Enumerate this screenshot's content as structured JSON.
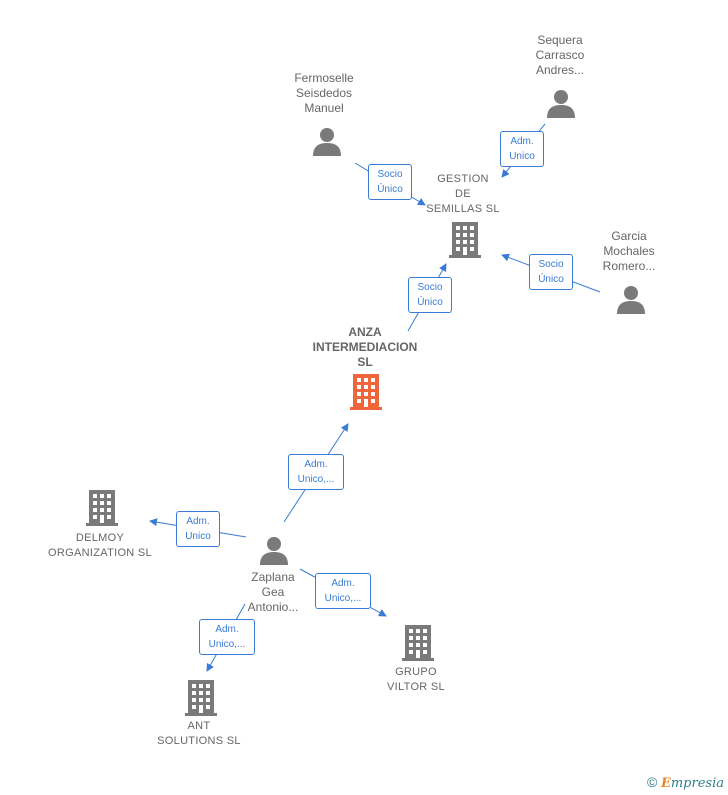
{
  "nodes": {
    "sequera": {
      "label": "Sequera\nCarrasco\nAndres..."
    },
    "fermoselle": {
      "label": "Fermoselle\nSeisdedos\nManuel"
    },
    "gestion": {
      "label": "GESTION\nDE\nSEMILLAS SL"
    },
    "garcia": {
      "label": "Garcia\nMochales\nRomero..."
    },
    "anza": {
      "label": "ANZA\nINTERMEDIACION\nSL"
    },
    "delmoy": {
      "label": "DELMOY\nORGANIZATION SL"
    },
    "zaplana": {
      "label": "Zaplana\nGea\nAntonio..."
    },
    "grupo": {
      "label": "GRUPO\nVILTOR SL"
    },
    "ant": {
      "label": "ANT\nSOLUTIONS SL"
    }
  },
  "edges": {
    "sequera_gestion": {
      "label": "Adm.\nUnico"
    },
    "fermoselle_gestion": {
      "label": "Socio\nÚnico"
    },
    "garcia_gestion": {
      "label": "Socio\nÚnico"
    },
    "anza_gestion": {
      "label": "Socio\nÚnico"
    },
    "zaplana_anza": {
      "label": "Adm.\nUnico,..."
    },
    "zaplana_delmoy": {
      "label": "Adm.\nUnico"
    },
    "zaplana_grupo": {
      "label": "Adm.\nUnico,..."
    },
    "zaplana_ant": {
      "label": "Adm.\nUnico,..."
    }
  },
  "footer": {
    "copyright": "©",
    "brand_first": "E",
    "brand_rest": "mpresia"
  },
  "colors": {
    "edge": "#3a7bd5",
    "node": "#7a7a7a",
    "focus": "#f0653a"
  }
}
